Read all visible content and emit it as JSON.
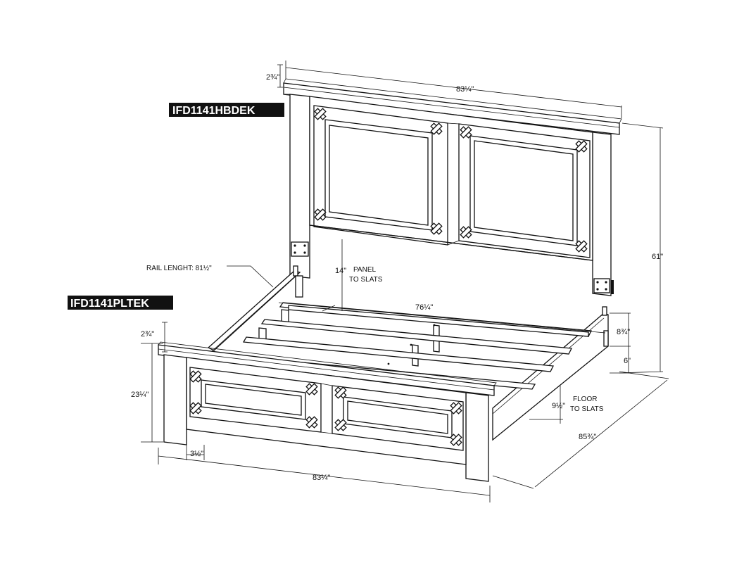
{
  "labels": {
    "headboard_model": "IFD1141HBDEK",
    "platform_model": "IFD1141PLTEK"
  },
  "dimensions": {
    "hb_cap_height": "2¾\"",
    "hb_width": "83¼\"",
    "hb_total_height": "61\"",
    "rail_length_prefix": "RAIL LENGHT: 81",
    "rail_length_frac": "½\"",
    "panel_to_slats": "14\"",
    "panel_to_slats_note_1": "PANEL",
    "panel_to_slats_note_2": "TO SLATS",
    "inner_width": "76¼\"",
    "rail_height": "8¾\"",
    "leg_clearance": "6\"",
    "floor_to_slats": "9½\"",
    "floor_to_slats_note_1": "FLOOR",
    "floor_to_slats_note_2": "TO SLATS",
    "total_length": "85¾\"",
    "fb_cap_height": "2¾\"",
    "fb_height": "23¼\"",
    "leg_width": "3½\"",
    "fb_width": "83¼\""
  }
}
